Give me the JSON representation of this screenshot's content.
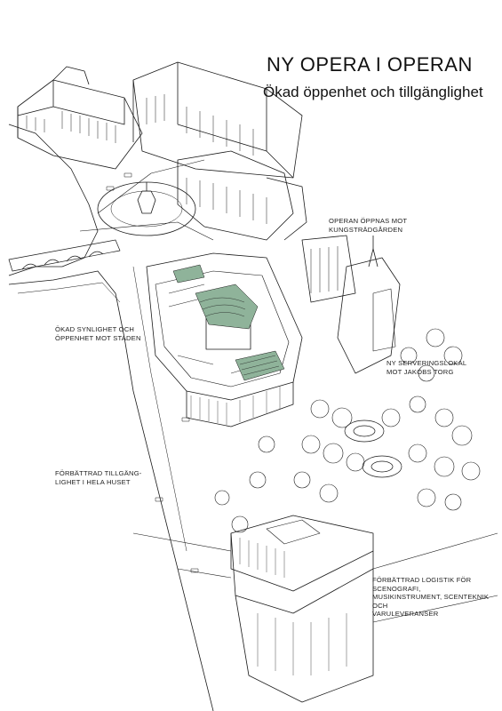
{
  "header": {
    "title": "NY OPERA I OPERAN",
    "subtitle": "Ökad öppenhet och tillgänglighet"
  },
  "annotations": {
    "kungstradgarden": "OPERAN ÖPPNAS MOT\nKUNGSTRÄDGÅRDEN",
    "synlighet": "ÖKAD SYNLIGHET OCH\nÖPPENHET MOT STADEN",
    "servering": "NY SERVERINGSLOKAL\nMOT JAKOBS TORG",
    "tillganglighet": "FÖRBÄTTRAD TILLGÄNG-\nLIGHET I HELA HUSET",
    "logistik": "FÖRBÄTTRAD LOGISTIK FÖR SCENOGRAFI,\nMUSIKINSTRUMENT, SCENTEKNIK OCH\nVARULEVERANSER"
  },
  "colors": {
    "ink": "#1a1a1a",
    "green": "#8fb39a",
    "water": "#ffffff"
  }
}
